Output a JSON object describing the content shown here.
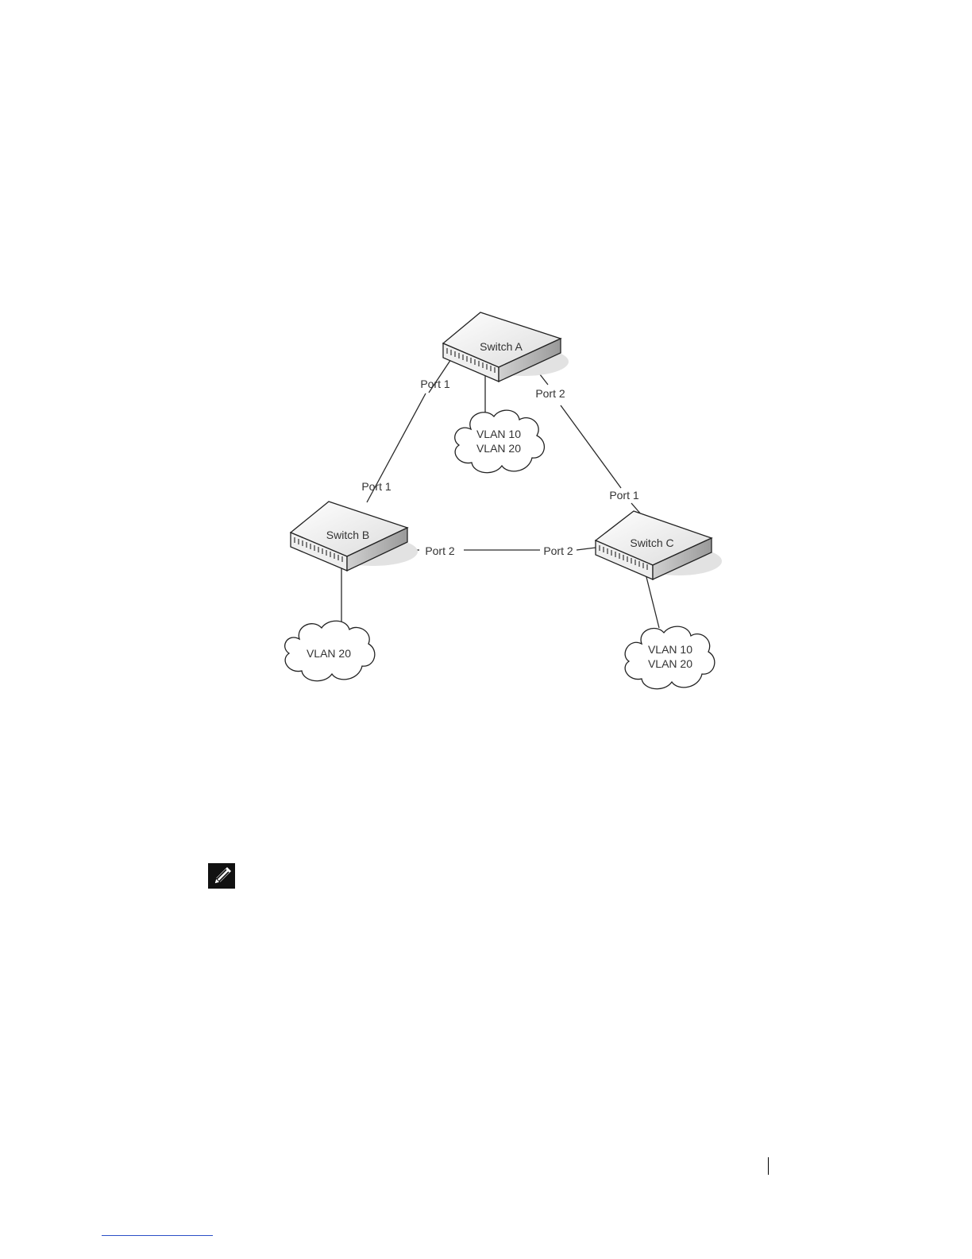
{
  "switches": [
    {
      "id": "A",
      "label": "Switch A"
    },
    {
      "id": "B",
      "label": "Switch B"
    },
    {
      "id": "C",
      "label": "Switch C"
    }
  ],
  "ports": {
    "a_port1": "Port 1",
    "a_port2": "Port 2",
    "b_port1": "Port 1",
    "b_port2": "Port 2",
    "c_port1": "Port 1",
    "c_port2": "Port 2"
  },
  "clouds": {
    "a": [
      "VLAN 10",
      "VLAN 20"
    ],
    "b": [
      "VLAN 20"
    ],
    "c": [
      "VLAN 10",
      "VLAN 20"
    ]
  },
  "icons": {
    "note": "note-pencil-icon"
  },
  "colors": {
    "switch_top": "#ececec",
    "switch_side": "#b5b5b5",
    "shadow": "#e2e2e2",
    "line": "#2a2a2a",
    "footer_link": "#2b4fc7"
  }
}
